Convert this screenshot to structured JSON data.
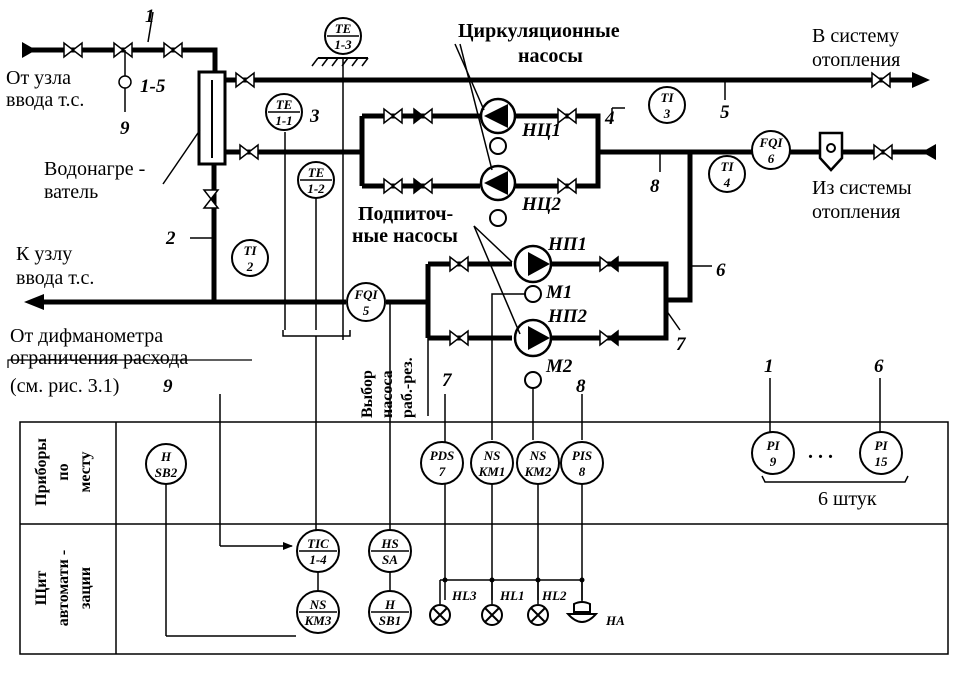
{
  "labels": {
    "from_node_1": "От узла",
    "from_node_2": "ввода т.с.",
    "to_heating_1": "В систему",
    "to_heating_2": "отопления",
    "from_heating_1": "Из системы",
    "from_heating_2": "отопления",
    "to_node_1": "К узлу",
    "to_node_2": "ввода т.с.",
    "heater_1": "Водонагре -",
    "heater_2": "ватель",
    "circ_pumps_1": "Циркуляционные",
    "circ_pumps_2": "насосы",
    "makeup_pumps_1": "Подпиточ-",
    "makeup_pumps_2": "ные насосы",
    "diffmano_1": "От дифманометра",
    "diffmano_2": "ограничения расхода",
    "diffmano_3": "(см. рис. 3.1)",
    "pump_select_1": "Выбор",
    "pump_select_2": "насоса",
    "pump_select_3": "раб.-рез.",
    "count_6": "6 штук",
    "ellipsis": ". . ."
  },
  "sections": {
    "local_1": "Приборы",
    "local_2": "по",
    "local_3": "месту",
    "panel_1": "Щит",
    "panel_2": "автомати -",
    "panel_3": "зации"
  },
  "pumps": {
    "nc1": "НЦ1",
    "nc2": "НЦ2",
    "np1": "НП1",
    "np2": "НП2",
    "m1": "M1",
    "m2": "M2"
  },
  "pipe_numbers": {
    "n1": "1",
    "n1_5": "1-5",
    "n2": "2",
    "n3": "3",
    "n4": "4",
    "n5": "5",
    "n6": "6",
    "n7a": "7",
    "n7b": "7",
    "n8a": "8",
    "n8b": "8",
    "n9a": "9",
    "n9b": "9",
    "pi1": "1",
    "pi6": "6"
  },
  "instruments": {
    "te13": {
      "top": "TE",
      "bot": "1-3"
    },
    "te11": {
      "top": "TE",
      "bot": "1-1"
    },
    "te12": {
      "top": "TE",
      "bot": "1-2"
    },
    "ti3": {
      "top": "TI",
      "bot": "3"
    },
    "ti2": {
      "top": "TI",
      "bot": "2"
    },
    "ti4": {
      "top": "TI",
      "bot": "4"
    },
    "fqi6": {
      "top": "FQI",
      "bot": "6"
    },
    "fqi5": {
      "top": "FQI",
      "bot": "5"
    },
    "hsb2": {
      "top": "H",
      "bot": "SB2"
    },
    "pds7": {
      "top": "PDS",
      "bot": "7"
    },
    "nskm1": {
      "top": "NS",
      "bot": "KM1"
    },
    "nskm2": {
      "top": "NS",
      "bot": "KM2"
    },
    "pis8": {
      "top": "PIS",
      "bot": "8"
    },
    "pi9": {
      "top": "PI",
      "bot": "9"
    },
    "pi15": {
      "top": "PI",
      "bot": "15"
    },
    "tic14": {
      "top": "TIC",
      "bot": "1-4"
    },
    "hssa": {
      "top": "HS",
      "bot": "SA"
    },
    "nskm3": {
      "top": "NS",
      "bot": "KM3"
    },
    "hsb1": {
      "top": "H",
      "bot": "SB1"
    }
  },
  "signals": {
    "hl3": "HL3",
    "hl1": "HL1",
    "hl2": "HL2",
    "ha": "HA"
  }
}
